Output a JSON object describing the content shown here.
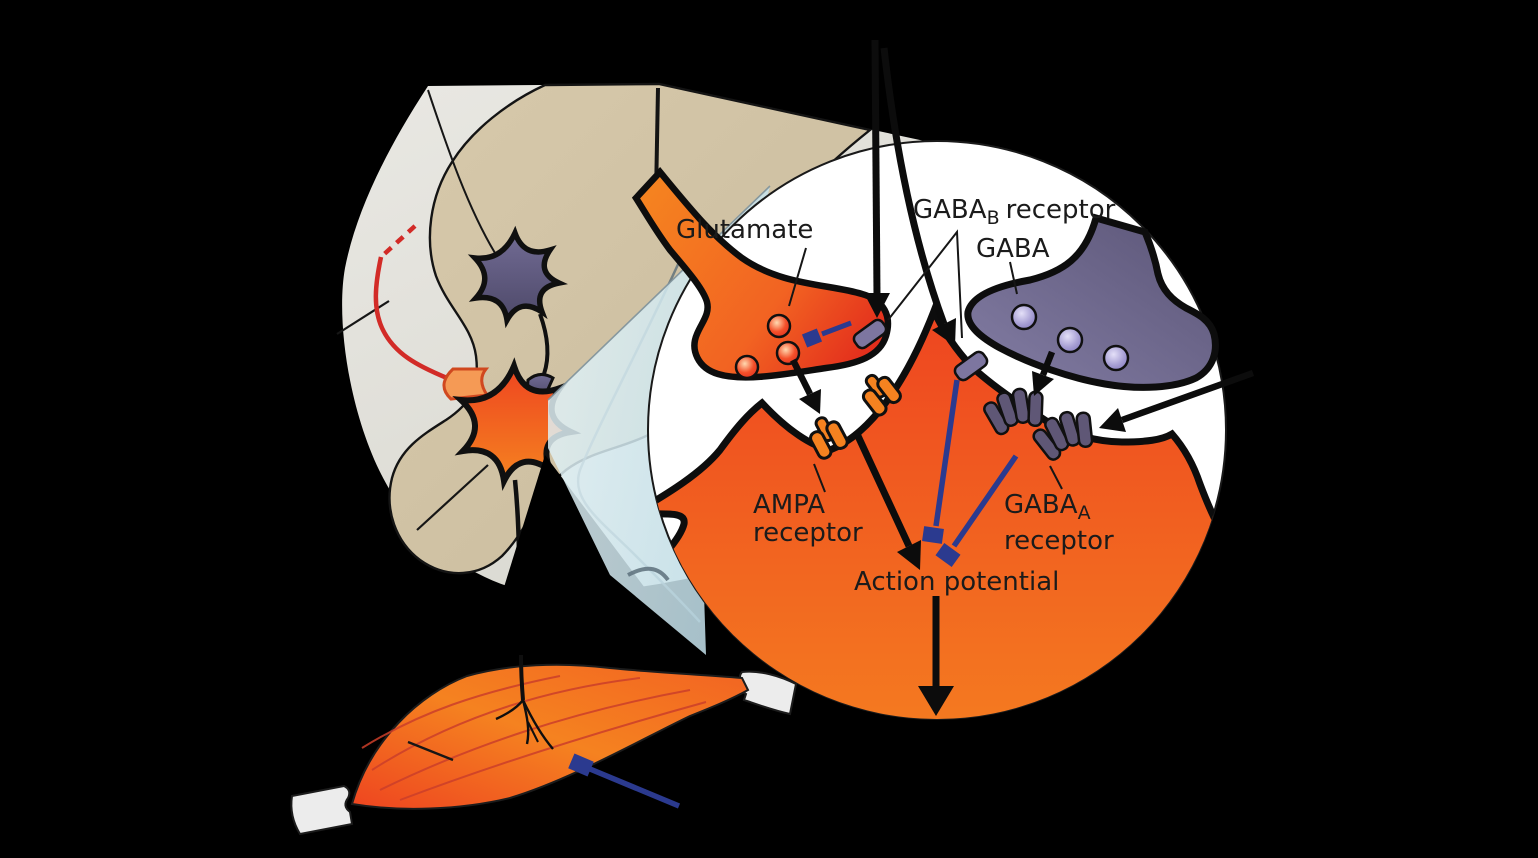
{
  "figure": {
    "description": "Synaptic control of a spinal motor neuron: magnified synapse with glutamatergic and GABAergic terminals, receptors, action potential propagating to muscle",
    "labels": {
      "glutamate": "Glutamate",
      "gaba_b": {
        "base": "GABA",
        "sub": "B",
        "rest": "receptor"
      },
      "gaba": "GABA",
      "ampa": {
        "line1": "AMPA",
        "line2": "receptor"
      },
      "gaba_a": {
        "base": "GABA",
        "sub": "A",
        "rest": "receptor"
      },
      "action_potential": "Action potential"
    },
    "colors": {
      "bg": "#000000",
      "outline": "#141414",
      "white": "#ffffff",
      "cord-light": "#e9e8e3",
      "cord-light2": "#d9d8d0",
      "cord-gray": "#d7c9ab",
      "cord-gray2": "#c9bb9d",
      "wedge": "#c2e1ec",
      "wedge-light": "#e6f3f6",
      "orange": "#f26322",
      "orange-deep": "#ee4520",
      "orange-bright": "#f58220",
      "red-tip": "#e22b1c",
      "purple-dark": "#5b5577",
      "purple-light": "#837da4",
      "receptor-gabab": "#7d76a0",
      "receptor-gabaa": "#5f5776",
      "vesicle-gaba": "#a79fd4",
      "vesicle-gaba-hi": "#e4e0f8",
      "vesicle-glu-hi": "#ffd9b0",
      "blue": "#2b3a8f",
      "red-line": "#d22b27",
      "fan-fill": "#f59a55",
      "fan-stroke": "#d0481f",
      "muscle-fiber": "#cc3f2a",
      "tendon": "#ececec",
      "wedge-edge": "#7f929b"
    }
  }
}
